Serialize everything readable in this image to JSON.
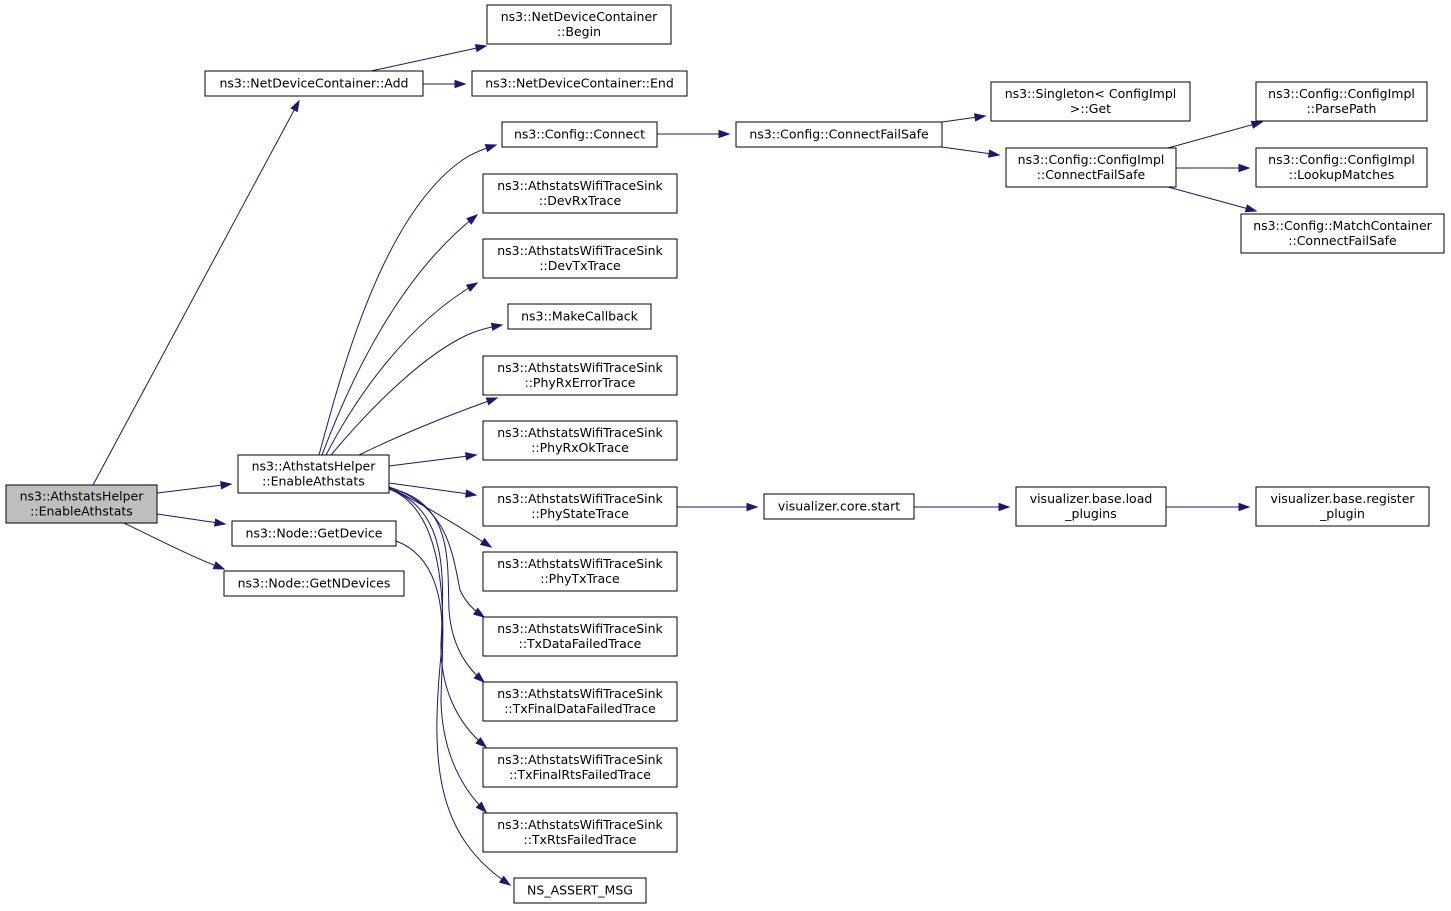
{
  "diagram": {
    "title": "",
    "nodes": [
      {
        "id": "root",
        "lines": [
          "ns3::AthstatsHelper",
          "::EnableAthstats"
        ],
        "root": true
      },
      {
        "id": "ndc_add",
        "lines": [
          "ns3::NetDeviceContainer::Add"
        ]
      },
      {
        "id": "ndc_begin",
        "lines": [
          "ns3::NetDeviceContainer",
          "::Begin"
        ]
      },
      {
        "id": "ndc_end",
        "lines": [
          "ns3::NetDeviceContainer::End"
        ]
      },
      {
        "id": "helper_enable",
        "lines": [
          "ns3::AthstatsHelper",
          "::EnableAthstats"
        ]
      },
      {
        "id": "node_getdevice",
        "lines": [
          "ns3::Node::GetDevice"
        ]
      },
      {
        "id": "node_getndevices",
        "lines": [
          "ns3::Node::GetNDevices"
        ]
      },
      {
        "id": "config_connect",
        "lines": [
          "ns3::Config::Connect"
        ]
      },
      {
        "id": "config_connectfailsafe",
        "lines": [
          "ns3::Config::ConnectFailSafe"
        ]
      },
      {
        "id": "singleton_get",
        "lines": [
          "ns3::Singleton< ConfigImpl",
          " >::Get"
        ]
      },
      {
        "id": "configimpl_cfs",
        "lines": [
          "ns3::Config::ConfigImpl",
          "::ConnectFailSafe"
        ]
      },
      {
        "id": "configimpl_parsepath",
        "lines": [
          "ns3::Config::ConfigImpl",
          "::ParsePath"
        ]
      },
      {
        "id": "configimpl_lookup",
        "lines": [
          "ns3::Config::ConfigImpl",
          "::LookupMatches"
        ]
      },
      {
        "id": "matchcontainer_cfs",
        "lines": [
          "ns3::Config::MatchContainer",
          "::ConnectFailSafe"
        ]
      },
      {
        "id": "sink_devrx",
        "lines": [
          "ns3::AthstatsWifiTraceSink",
          "::DevRxTrace"
        ]
      },
      {
        "id": "sink_devtx",
        "lines": [
          "ns3::AthstatsWifiTraceSink",
          "::DevTxTrace"
        ]
      },
      {
        "id": "makecallback",
        "lines": [
          "ns3::MakeCallback"
        ]
      },
      {
        "id": "sink_phyrxerror",
        "lines": [
          "ns3::AthstatsWifiTraceSink",
          "::PhyRxErrorTrace"
        ]
      },
      {
        "id": "sink_phyrxok",
        "lines": [
          "ns3::AthstatsWifiTraceSink",
          "::PhyRxOkTrace"
        ]
      },
      {
        "id": "sink_phystate",
        "lines": [
          "ns3::AthstatsWifiTraceSink",
          "::PhyStateTrace"
        ]
      },
      {
        "id": "viz_core_start",
        "lines": [
          "visualizer.core.start"
        ]
      },
      {
        "id": "viz_base_load",
        "lines": [
          "visualizer.base.load",
          "_plugins"
        ]
      },
      {
        "id": "viz_base_register",
        "lines": [
          "visualizer.base.register",
          "_plugin"
        ]
      },
      {
        "id": "sink_phytx",
        "lines": [
          "ns3::AthstatsWifiTraceSink",
          "::PhyTxTrace"
        ]
      },
      {
        "id": "sink_txdatafailed",
        "lines": [
          "ns3::AthstatsWifiTraceSink",
          "::TxDataFailedTrace"
        ]
      },
      {
        "id": "sink_txfinaldatafailed",
        "lines": [
          "ns3::AthstatsWifiTraceSink",
          "::TxFinalDataFailedTrace"
        ]
      },
      {
        "id": "sink_txfinalrtsfailed",
        "lines": [
          "ns3::AthstatsWifiTraceSink",
          "::TxFinalRtsFailedTrace"
        ]
      },
      {
        "id": "sink_txrtsfailed",
        "lines": [
          "ns3::AthstatsWifiTraceSink",
          "::TxRtsFailedTrace"
        ]
      },
      {
        "id": "ns_assert_msg",
        "lines": [
          "NS_ASSERT_MSG"
        ]
      }
    ],
    "edges": [
      [
        "root",
        "ndc_add"
      ],
      [
        "root",
        "helper_enable"
      ],
      [
        "root",
        "node_getdevice"
      ],
      [
        "root",
        "node_getndevices"
      ],
      [
        "ndc_add",
        "ndc_begin"
      ],
      [
        "ndc_add",
        "ndc_end"
      ],
      [
        "helper_enable",
        "config_connect"
      ],
      [
        "helper_enable",
        "sink_devrx"
      ],
      [
        "helper_enable",
        "sink_devtx"
      ],
      [
        "helper_enable",
        "makecallback"
      ],
      [
        "helper_enable",
        "sink_phyrxerror"
      ],
      [
        "helper_enable",
        "sink_phyrxok"
      ],
      [
        "helper_enable",
        "sink_phystate"
      ],
      [
        "helper_enable",
        "sink_phytx"
      ],
      [
        "helper_enable",
        "sink_txdatafailed"
      ],
      [
        "helper_enable",
        "sink_txfinaldatafailed"
      ],
      [
        "helper_enable",
        "sink_txfinalrtsfailed"
      ],
      [
        "helper_enable",
        "sink_txrtsfailed"
      ],
      [
        "node_getdevice",
        "ns_assert_msg"
      ],
      [
        "config_connect",
        "config_connectfailsafe"
      ],
      [
        "config_connectfailsafe",
        "singleton_get"
      ],
      [
        "config_connectfailsafe",
        "configimpl_cfs"
      ],
      [
        "configimpl_cfs",
        "configimpl_parsepath"
      ],
      [
        "configimpl_cfs",
        "configimpl_lookup"
      ],
      [
        "configimpl_cfs",
        "matchcontainer_cfs"
      ],
      [
        "sink_phystate",
        "viz_core_start"
      ],
      [
        "viz_core_start",
        "viz_base_load"
      ],
      [
        "viz_base_load",
        "viz_base_register"
      ]
    ],
    "colors": {
      "edge": "#191970",
      "root_fill": "#bfbfbf",
      "node_fill": "#ffffff",
      "border": "#000000"
    }
  }
}
